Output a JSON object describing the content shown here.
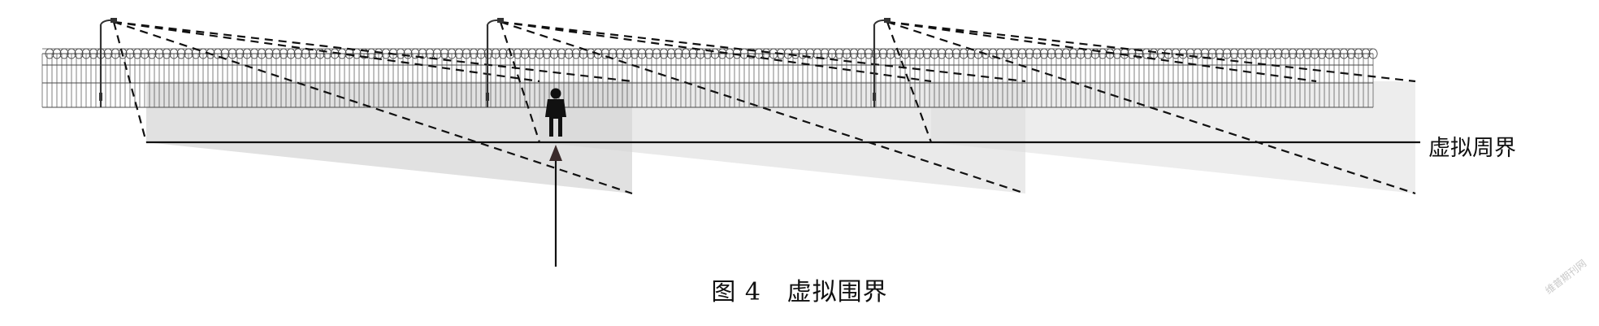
{
  "diagram": {
    "boundary_label": "虚拟周界",
    "caption": {
      "figure_number": "图 4",
      "title": "虚拟围界"
    },
    "watermark": "维普期刊网",
    "poles": [
      "pole-1",
      "pole-2",
      "pole-3"
    ],
    "colors": {
      "line": "#111111",
      "fence": "#4a4a4a",
      "field_near": "#c6c6c6",
      "field_far": "#dedede",
      "figure": "#111111"
    }
  }
}
